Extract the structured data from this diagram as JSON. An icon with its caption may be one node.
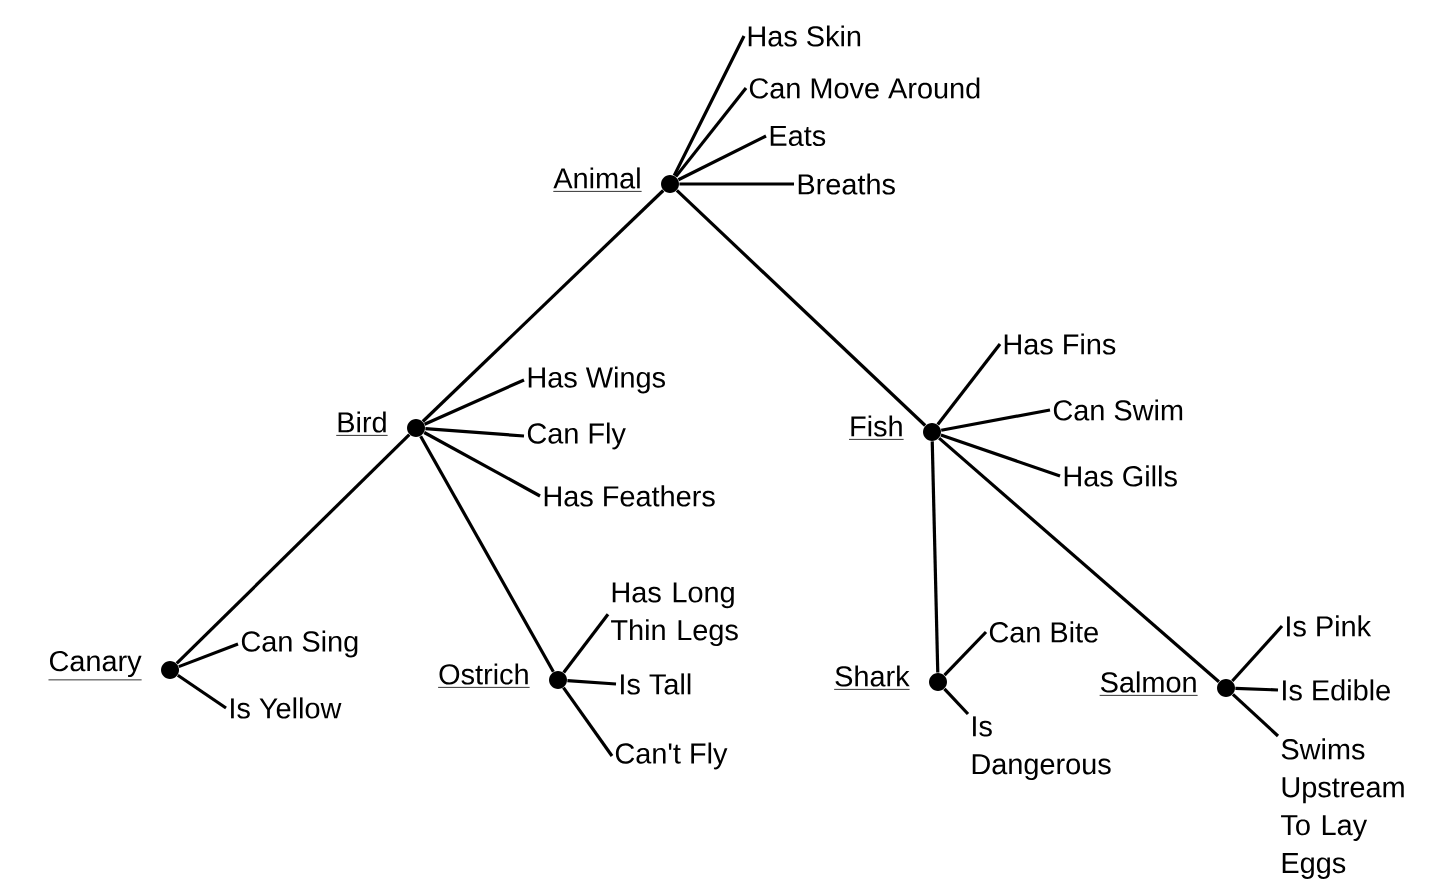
{
  "diagram": {
    "nodes": [
      {
        "text": [],
        "shape": "circle",
        "beside": [
          "Animal"
        ]
      },
      {
        "text": [
          "Has Skin"
        ]
      },
      {
        "text": [
          "Can Move Around"
        ]
      },
      {
        "text": [
          "Eats"
        ]
      },
      {
        "text": [
          "Breaths"
        ]
      },
      {
        "text": [],
        "shape": "circle",
        "beside": [
          "Bird"
        ]
      },
      {
        "text": [
          "Has Wings"
        ]
      },
      {
        "text": [
          "Can Fly"
        ]
      },
      {
        "text": [
          "Has Feathers"
        ]
      },
      {
        "text": [],
        "shape": "circle",
        "beside": [
          "Fish"
        ]
      },
      {
        "text": [
          "Has Fins"
        ]
      },
      {
        "text": [
          "Can Swim"
        ]
      },
      {
        "text": [
          "Has Gills"
        ]
      },
      {
        "text": [],
        "shape": "circle",
        "beside": [
          "Canary"
        ]
      },
      {
        "text": [
          "Can Sing"
        ]
      },
      {
        "text": [
          "Is Yellow"
        ]
      },
      {
        "text": [],
        "shape": "circle",
        "beside": [
          "Ostrich"
        ]
      },
      {
        "text": [
          "Has Long Thin Legs"
        ]
      },
      {
        "text": [
          "Is Tall"
        ]
      },
      {
        "text": [
          "Can't Fly"
        ]
      },
      {
        "text": [],
        "shape": "circle",
        "beside": [
          "Shark"
        ]
      },
      {
        "text": [
          "Can Bite"
        ]
      },
      {
        "text": [
          "Is Dangerous"
        ]
      },
      {
        "text": [],
        "shape": "circle",
        "beside": [
          "Salmon"
        ]
      },
      {
        "text": [
          "Is Pink"
        ]
      },
      {
        "text": [
          "Is Edible"
        ]
      },
      {
        "text": [
          "Swims Upstream To Lay Eggs"
        ]
      }
    ],
    "edges": [
      {
        "from": 0,
        "to": 1,
        "arrow": "none"
      },
      {
        "from": 0,
        "to": 2,
        "arrow": "none"
      },
      {
        "from": 0,
        "to": 3,
        "arrow": "none"
      },
      {
        "from": 0,
        "to": 4,
        "arrow": "none"
      },
      {
        "from": 0,
        "to": 5,
        "arrow": "none"
      },
      {
        "from": 0,
        "to": 9,
        "arrow": "none"
      },
      {
        "from": 5,
        "to": 6,
        "arrow": "none"
      },
      {
        "from": 5,
        "to": 7,
        "arrow": "none"
      },
      {
        "from": 5,
        "to": 8,
        "arrow": "none"
      },
      {
        "from": 5,
        "to": 13,
        "arrow": "none"
      },
      {
        "from": 5,
        "to": 16,
        "arrow": "none"
      },
      {
        "from": 9,
        "to": 10,
        "arrow": "none"
      },
      {
        "from": 9,
        "to": 11,
        "arrow": "none"
      },
      {
        "from": 9,
        "to": 12,
        "arrow": "none"
      },
      {
        "from": 9,
        "to": 20,
        "arrow": "none"
      },
      {
        "from": 9,
        "to": 23,
        "arrow": "none"
      },
      {
        "from": 13,
        "to": 14,
        "arrow": "none"
      },
      {
        "from": 13,
        "to": 15,
        "arrow": "none"
      },
      {
        "from": 16,
        "to": 17,
        "arrow": "none"
      },
      {
        "from": 16,
        "to": 18,
        "arrow": "none"
      },
      {
        "from": 16,
        "to": 19,
        "arrow": "none"
      },
      {
        "from": 20,
        "to": 21,
        "arrow": "none"
      },
      {
        "from": 20,
        "to": 22,
        "arrow": "none"
      },
      {
        "from": 23,
        "to": 24,
        "arrow": "none"
      },
      {
        "from": 23,
        "to": 25,
        "arrow": "none"
      },
      {
        "from": 23,
        "to": 26,
        "arrow": "none"
      }
    ]
  }
}
